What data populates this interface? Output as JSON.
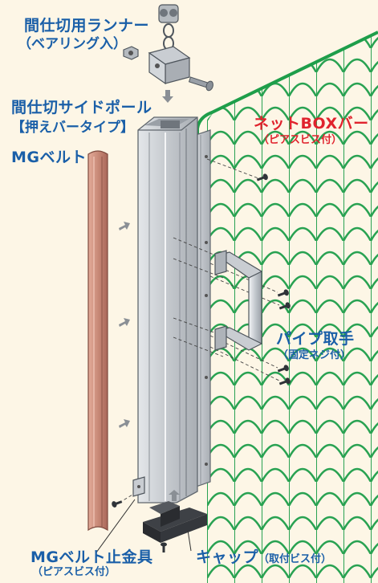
{
  "labels": {
    "runner_title": "間仕切用ランナー",
    "runner_sub": "（ベアリング入）",
    "pole_title": "間仕切サイドポール",
    "pole_sub": "【押えバータイプ】",
    "mg_belt": "MGベルト",
    "net_box_bar": "ネットBOXバー",
    "net_box_bar_sub": "（ピアスビス付）",
    "pipe_handle": "パイプ取手",
    "pipe_handle_sub": "（固定ネジ付）",
    "mg_stopper": "MGベルト止金具",
    "mg_stopper_sub": "（ピアスビス付）",
    "cap": "キャップ",
    "cap_sub": "（取付ビス付）"
  },
  "colors": {
    "background": "#fdf6e6",
    "label_blue": "#1a5fa8",
    "label_red": "#e0232d",
    "net_green": "#1e9e4a",
    "belt": "#c98a78",
    "pole": "#c7cbd0"
  }
}
